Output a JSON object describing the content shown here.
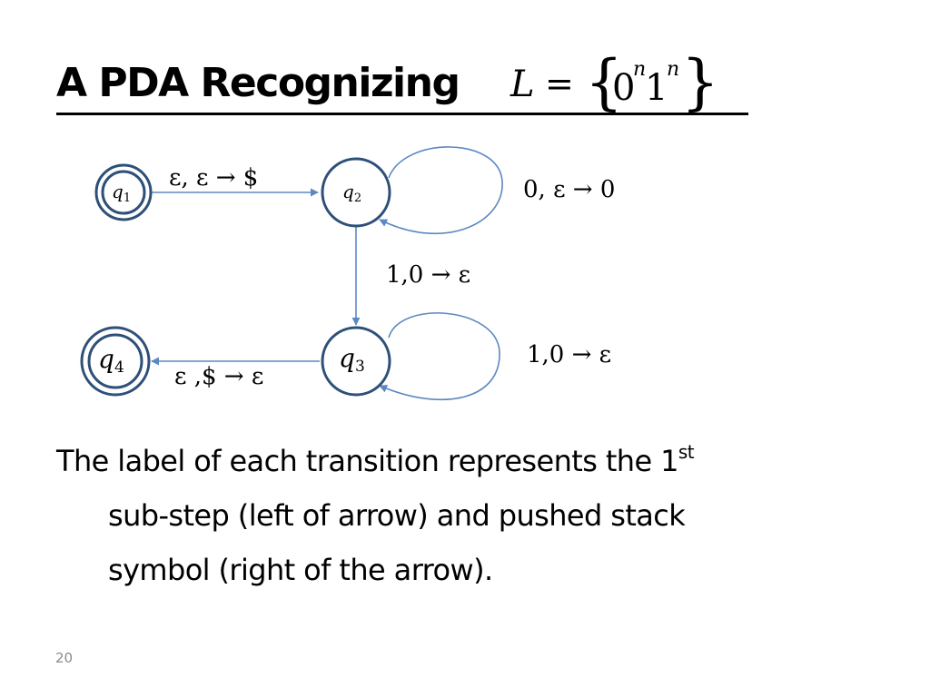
{
  "slide": {
    "title": "A PDA Recognizing",
    "formula": {
      "lhs": "L",
      "equals": "=",
      "open_brace": "{",
      "base0": "0",
      "exp0": "n",
      "base1": "1",
      "exp1": "n",
      "close_brace": "}"
    },
    "diagram": {
      "states": [
        {
          "id": "q1",
          "base": "q",
          "sub": "1",
          "accepting": true,
          "size": "small"
        },
        {
          "id": "q2",
          "base": "q",
          "sub": "2",
          "accepting": false,
          "size": "small"
        },
        {
          "id": "q3",
          "base": "q",
          "sub": "3",
          "accepting": false,
          "size": "large"
        },
        {
          "id": "q4",
          "base": "q",
          "sub": "4",
          "accepting": true,
          "size": "large"
        }
      ],
      "transitions": [
        {
          "from": "q1",
          "to": "q2",
          "label": "ε, ε → $"
        },
        {
          "from": "q2",
          "to": "q2",
          "label": "0, ε → 0"
        },
        {
          "from": "q2",
          "to": "q3",
          "label": "1,0 → ε"
        },
        {
          "from": "q3",
          "to": "q3",
          "label": "1,0 → ε"
        },
        {
          "from": "q3",
          "to": "q4",
          "label": "ε ,$ → ε"
        }
      ]
    },
    "body": {
      "line1": "The label of each transition represents the 1",
      "line1_sup": "st",
      "line2": "sub-step (left of arrow) and pushed stack",
      "line3": "symbol (right of the arrow)."
    },
    "page_number": "20",
    "colors": {
      "state_stroke": "#2d4f78",
      "edge": "#5b88c2",
      "text": "#000000",
      "page_number": "#8a8a8a"
    }
  }
}
